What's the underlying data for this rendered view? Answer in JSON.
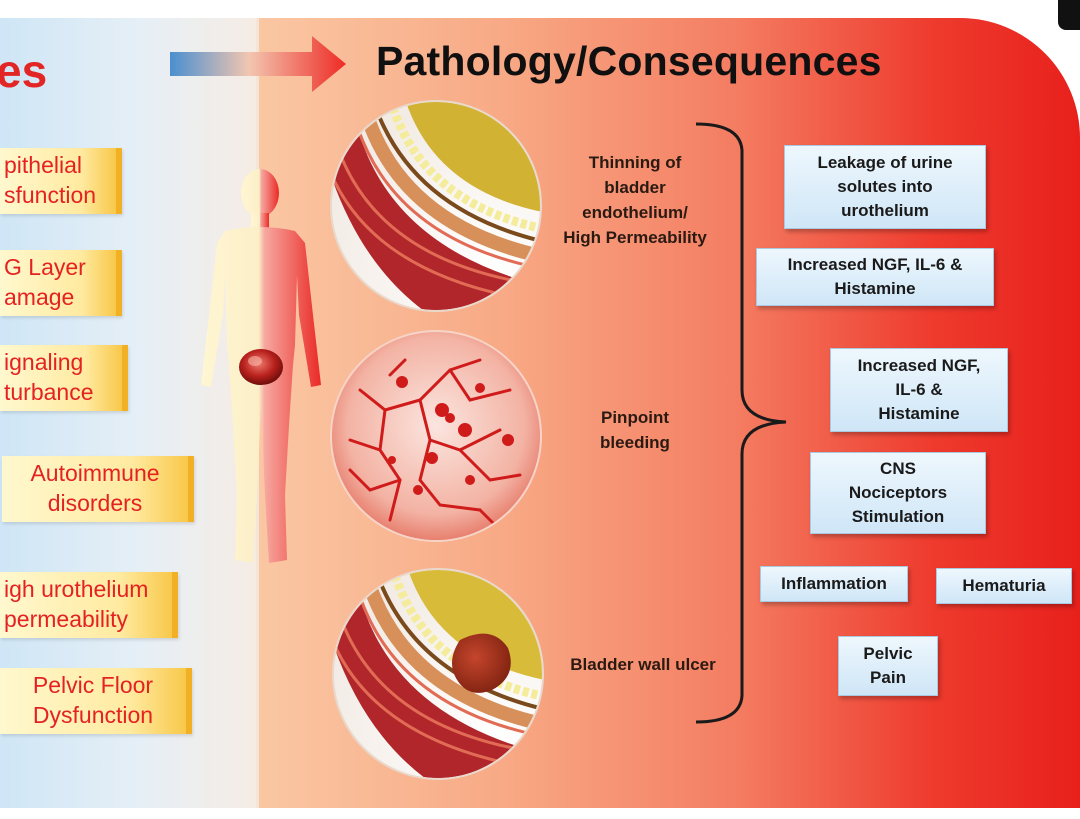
{
  "left_title": "es",
  "main_title": "Pathology/Consequences",
  "causes": [
    {
      "lines": [
        "pithelial",
        "sfunction"
      ]
    },
    {
      "lines": [
        "G Layer",
        "amage"
      ]
    },
    {
      "lines": [
        "ignaling",
        "turbance"
      ]
    },
    {
      "lines": [
        "Autoimmune",
        "disorders"
      ]
    },
    {
      "lines": [
        "igh urothelium",
        "permeability"
      ]
    },
    {
      "lines": [
        "Pelvic Floor",
        "Dysfunction"
      ]
    }
  ],
  "visual_labels": [
    {
      "lines": [
        "Thinning of",
        "bladder",
        "endothelium/",
        "High Permeability"
      ]
    },
    {
      "lines": [
        "Pinpoint",
        "bleeding"
      ]
    },
    {
      "lines": [
        "Bladder wall ulcer"
      ]
    }
  ],
  "outcomes": [
    {
      "lines": [
        "Leakage of urine",
        "solutes into",
        "urothelium"
      ]
    },
    {
      "lines": [
        "Increased NGF, IL-6 &",
        "Histamine"
      ]
    },
    {
      "lines": [
        "Increased NGF,",
        "IL-6 &",
        "Histamine"
      ]
    },
    {
      "lines": [
        "CNS",
        "Nociceptors",
        "Stimulation"
      ]
    },
    {
      "lines": [
        "Inflammation"
      ]
    },
    {
      "lines": [
        "Hematuria"
      ]
    },
    {
      "lines": [
        "Pelvic",
        "Pain"
      ]
    }
  ]
}
